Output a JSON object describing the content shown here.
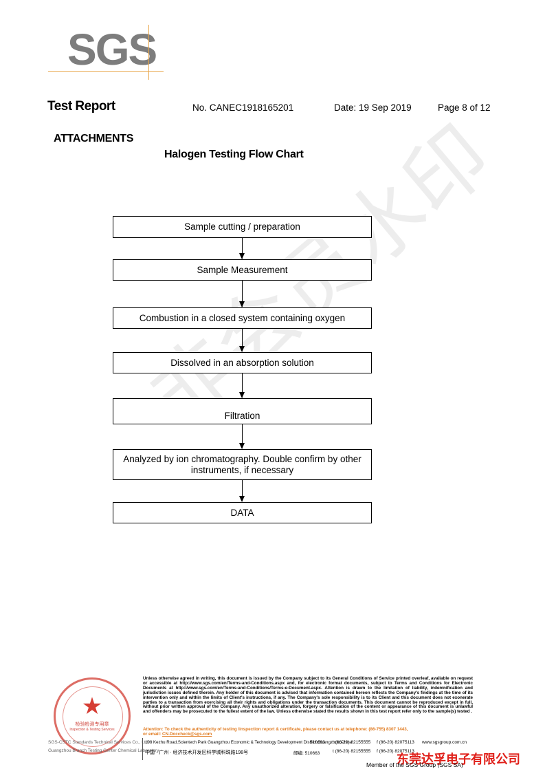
{
  "logo": {
    "text": "SGS"
  },
  "header": {
    "title": "Test Report",
    "report_no": "No. CANEC1918165201",
    "date": "Date: 19 Sep 2019",
    "page": "Page 8 of 12"
  },
  "section_title": "ATTACHMENTS",
  "chart_title": "Halogen Testing Flow Chart",
  "flow_steps": [
    "Sample cutting / preparation",
    "Sample Measurement",
    "Combustion in a closed system containing oxygen",
    "Dissolved in an absorption solution",
    "Filtration",
    "Analyzed by ion chromatography. Double confirm by other instruments, if necessary",
    "DATA"
  ],
  "watermark": "非会员水印",
  "footer": {
    "disclaimer": "Unless otherwise agreed in writing, this document is issued by the Company subject to its General Conditions of Service printed overleaf, available on request or accessible at http://www.sgs.com/en/Terms-and-Conditions.aspx and, for electronic format documents, subject to Terms and Conditions for Electronic Documents at http://www.sgs.com/en/Terms-and-Conditions/Terms-e-Document.aspx. Attention is drawn to the limitation of liability, indemnification and jurisdiction issues defined therein. Any holder of this document is advised that information contained hereon reflects the Company's findings at the time of its intervention only and within the limits of Client's instructions, if any. The Company's sole responsibility is to its Client and this document does not exonerate parties to a transaction from exercising all their rights and obligations under the transaction documents. This document cannot be reproduced except in full, without prior written approval of the Company. Any unauthorized alteration, forgery or falsification of the content or appearance of this document is unlawful and offenders may be prosecuted to the fullest extent of the law. Unless otherwise stated the results shown in this test report refer only to the sample(s) tested .",
    "attention": "Attention: To check the authenticity of testing /inspection report & certificate, please contact us at telephone: (86-755) 8307 1443,",
    "attention_email_prefix": "or email: ",
    "attention_email": "CN.Doccheck@sgs.com",
    "address_en": "198 Kezhu Road,Scientech Park Guangzhou Economic & Technology Development District,Guangzhou,China",
    "address_en_zip": "510663",
    "address_en_tel": "t (86-20) 82155555",
    "address_en_fax": "f (86-20) 82075113",
    "address_en_web": "www.sgsgroup.com.cn",
    "address_cn": "中国 · 广州 · 经济技术开发区科学城科珠路198号",
    "address_cn_zip": "邮编: 510663",
    "address_cn_tel": "t (86-20) 82155555",
    "address_cn_fax": "f (86-20) 82075113",
    "lab_line1": "SGS-CSTC Standards Technical Services Co., Ltd.",
    "lab_line2": "Guangzhou Branch Testing Center Chemical Laboratory",
    "stamp_line1": "检验检测专用章",
    "stamp_line2": "Inspection & Testing Services",
    "company_cn": "东莞达孚电子有限公司",
    "member": "Member of the SGS Group (SGS SA)"
  }
}
